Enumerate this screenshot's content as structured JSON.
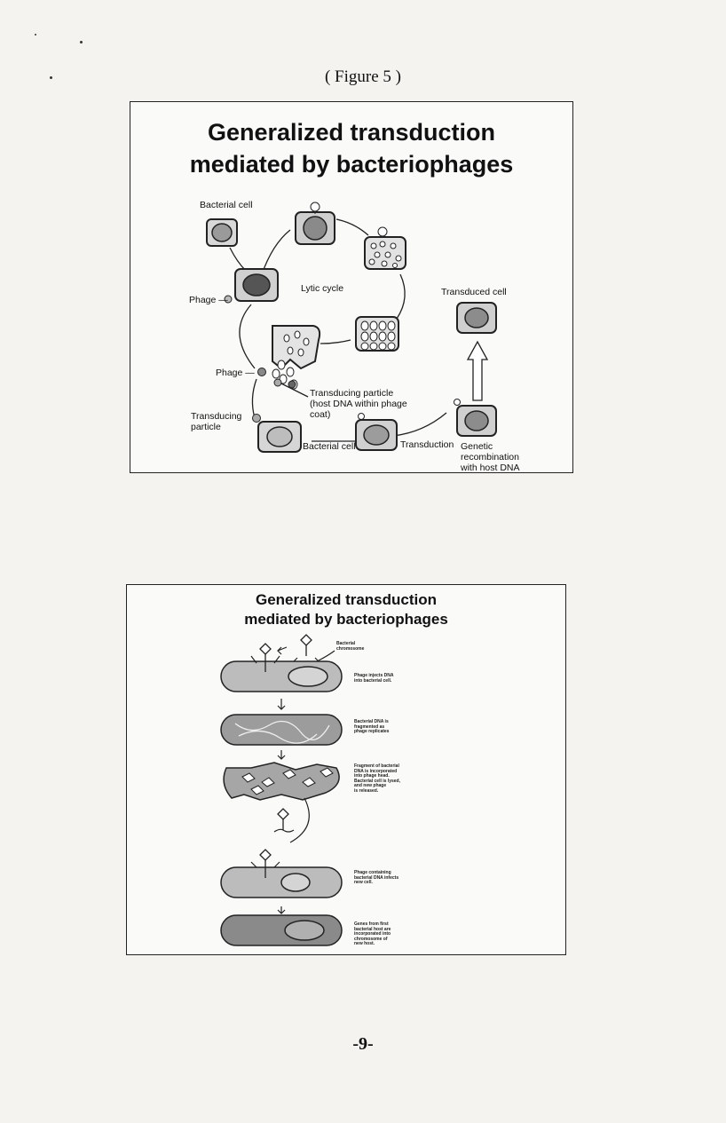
{
  "figure_caption": "( Figure 5 )",
  "slide1": {
    "title_line1": "Generalized transduction",
    "title_line2": "mediated by bacteriophages",
    "labels": {
      "bacterial_cell_top": "Bacterial cell",
      "lytic_cycle": "Lytic cycle",
      "transduced_cell": "Transduced cell",
      "phage_1": "Phage",
      "phage_2": "Phage",
      "transducing_particle_note_1": "Transducing particle",
      "transducing_particle_note_2": "(host DNA within phage",
      "transducing_particle_note_3": "coat)",
      "transducing_particle_left_1": "Transducing",
      "transducing_particle_left_2": "particle",
      "bacterial_cell_bottom": "Bacterial cell",
      "transduction": "Transduction",
      "genetic_1": "Genetic",
      "genetic_2": "recombination",
      "genetic_3": "with host DNA"
    }
  },
  "slide2": {
    "title_line1": "Generalized transduction",
    "title_line2": "mediated by bacteriophages",
    "labels": {
      "bacterial_chromosome_1": "Bacterial",
      "bacterial_chromosome_2": "chromosome",
      "step1_1": "Phage injects DNA",
      "step1_2": "into bacterial cell.",
      "step2_1": "Bacterial DNA is",
      "step2_2": "fragmented as",
      "step2_3": "phage replicates",
      "step3_1": "Fragment of bacterial",
      "step3_2": "DNA is incorporated",
      "step3_3": "into phage head.",
      "step3_4": "Bacterial cell is lysed,",
      "step3_5": "and new phage",
      "step3_6": "is released.",
      "step4_1": "Phage containing",
      "step4_2": "bacterial DNA infects",
      "step4_3": "new cell.",
      "step5_1": "Genes from first",
      "step5_2": "bacterial host are",
      "step5_3": "incorporated into",
      "step5_4": "chromosome of",
      "step5_5": "new host."
    }
  },
  "page_number": "-9-"
}
